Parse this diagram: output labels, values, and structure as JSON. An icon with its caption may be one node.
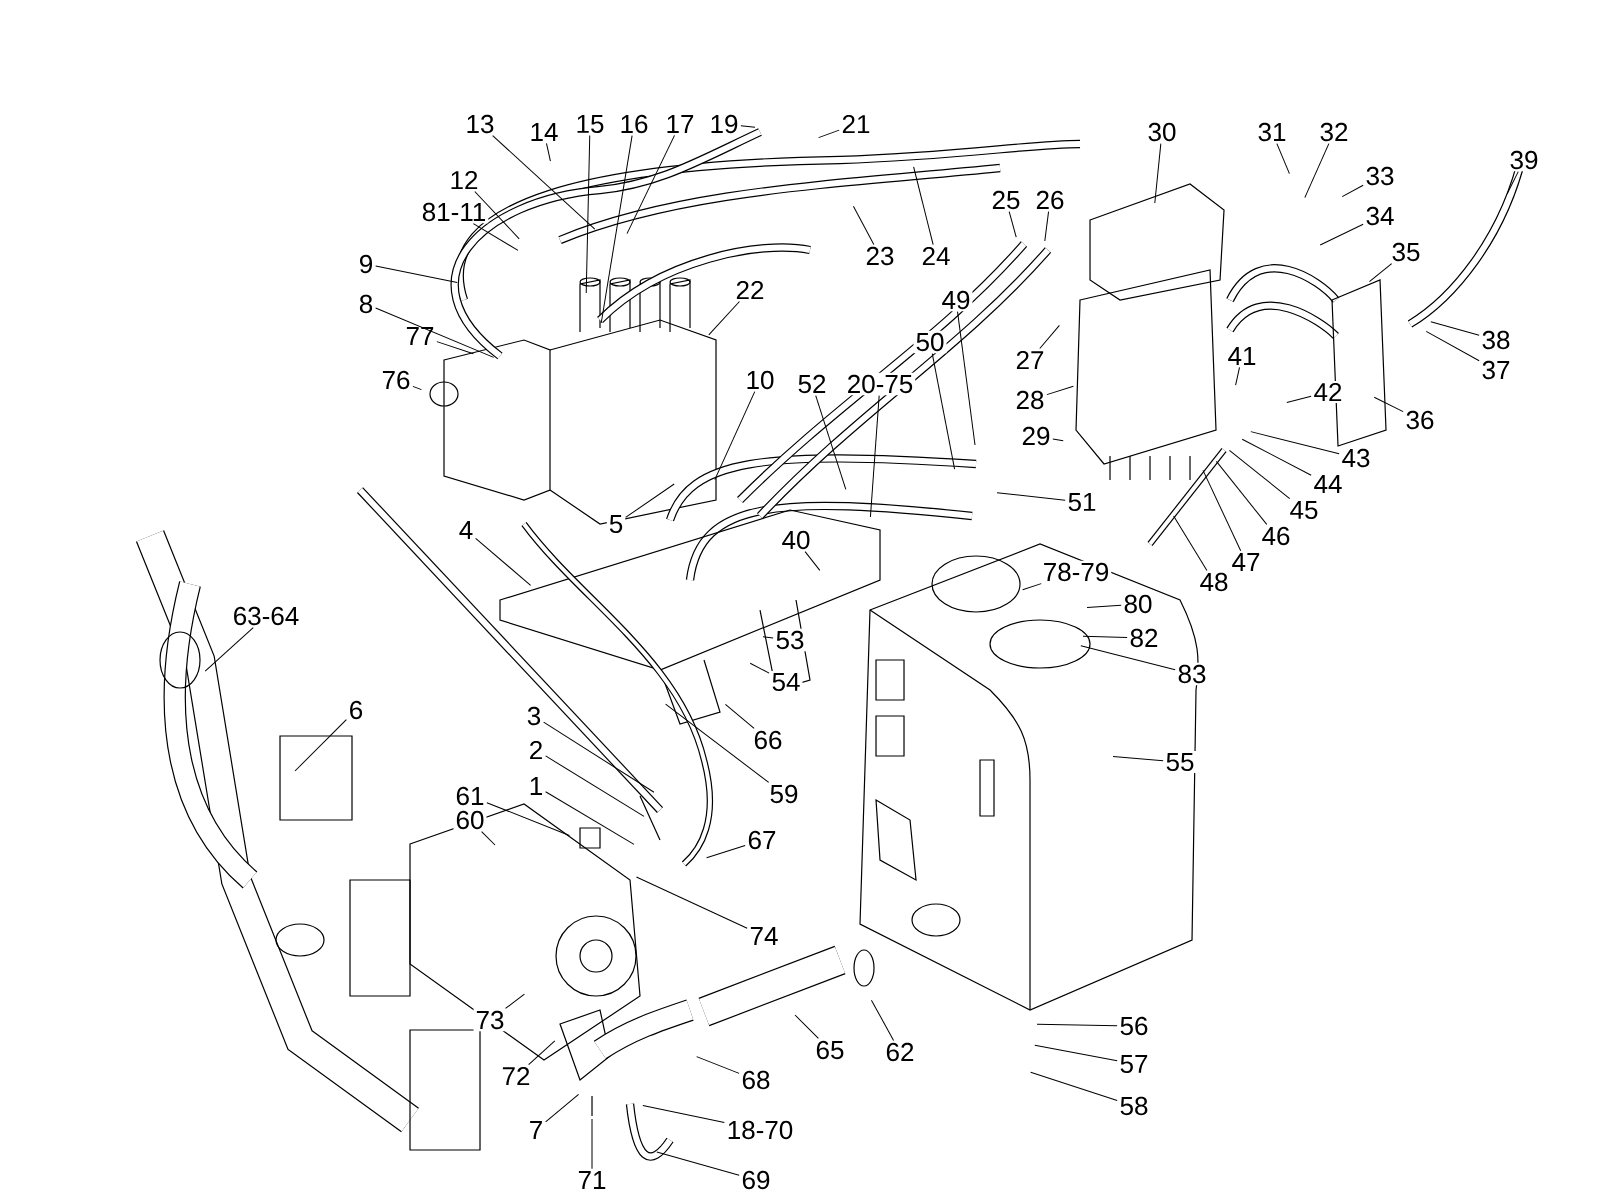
{
  "diagram": {
    "nodes": [
      {
        "text": [
          "13"
        ]
      },
      {
        "text": [
          "14"
        ]
      },
      {
        "text": [
          "15"
        ]
      },
      {
        "text": [
          "16"
        ]
      },
      {
        "text": [
          "17"
        ]
      },
      {
        "text": [
          "19"
        ]
      },
      {
        "text": [
          "21"
        ]
      },
      {
        "text": [
          "30"
        ]
      },
      {
        "text": [
          "31"
        ]
      },
      {
        "text": [
          "32"
        ]
      },
      {
        "text": [
          "39"
        ]
      },
      {
        "text": [
          "12"
        ]
      },
      {
        "text": [
          "81-11"
        ]
      },
      {
        "text": [
          "33"
        ]
      },
      {
        "text": [
          "25"
        ]
      },
      {
        "text": [
          "26"
        ]
      },
      {
        "text": [
          "34"
        ]
      },
      {
        "text": [
          "35"
        ]
      },
      {
        "text": [
          "23"
        ]
      },
      {
        "text": [
          "24"
        ]
      },
      {
        "text": [
          "9"
        ]
      },
      {
        "text": [
          "22"
        ]
      },
      {
        "text": [
          "49"
        ]
      },
      {
        "text": [
          "8"
        ]
      },
      {
        "text": [
          "38"
        ]
      },
      {
        "text": [
          "50"
        ]
      },
      {
        "text": [
          "77"
        ]
      },
      {
        "text": [
          "27"
        ]
      },
      {
        "text": [
          "41"
        ]
      },
      {
        "text": [
          "37"
        ]
      },
      {
        "text": [
          "76"
        ]
      },
      {
        "text": [
          "10"
        ]
      },
      {
        "text": [
          "52"
        ]
      },
      {
        "text": [
          "20-75"
        ]
      },
      {
        "text": [
          "28"
        ]
      },
      {
        "text": [
          "42"
        ]
      },
      {
        "text": [
          "36"
        ]
      },
      {
        "text": [
          "29"
        ]
      },
      {
        "text": [
          "43"
        ]
      },
      {
        "text": [
          "44"
        ]
      },
      {
        "text": [
          "51"
        ]
      },
      {
        "text": [
          "45"
        ]
      },
      {
        "text": [
          "5"
        ]
      },
      {
        "text": [
          "4"
        ]
      },
      {
        "text": [
          "46"
        ]
      },
      {
        "text": [
          "40"
        ]
      },
      {
        "text": [
          "63-64"
        ]
      },
      {
        "text": [
          "47"
        ]
      },
      {
        "text": [
          "48"
        ]
      },
      {
        "text": [
          "78-79"
        ]
      },
      {
        "text": [
          "80"
        ]
      },
      {
        "text": [
          "82"
        ]
      },
      {
        "text": [
          "53"
        ]
      },
      {
        "text": [
          "83"
        ]
      },
      {
        "text": [
          "54"
        ]
      },
      {
        "text": [
          "6"
        ]
      },
      {
        "text": [
          "66"
        ]
      },
      {
        "text": [
          "3"
        ]
      },
      {
        "text": [
          "55"
        ]
      },
      {
        "text": [
          "2"
        ]
      },
      {
        "text": [
          "59"
        ]
      },
      {
        "text": [
          "1"
        ]
      },
      {
        "text": [
          "61"
        ]
      },
      {
        "text": [
          "60"
        ]
      },
      {
        "text": [
          "67"
        ]
      },
      {
        "text": [
          "74"
        ]
      },
      {
        "text": [
          "62"
        ]
      },
      {
        "text": [
          "65"
        ]
      },
      {
        "text": [
          "73"
        ]
      },
      {
        "text": [
          "56"
        ]
      },
      {
        "text": [
          "72"
        ]
      },
      {
        "text": [
          "68"
        ]
      },
      {
        "text": [
          "57"
        ]
      },
      {
        "text": [
          "7"
        ]
      },
      {
        "text": [
          "18-70"
        ]
      },
      {
        "text": [
          "58"
        ]
      },
      {
        "text": [
          "71"
        ]
      },
      {
        "text": [
          "69"
        ]
      }
    ],
    "edges": [
      {
        "from": 0,
        "to": null,
        "arrow": "none"
      },
      {
        "from": 1,
        "to": null,
        "arrow": "none"
      },
      {
        "from": 2,
        "to": null,
        "arrow": "none"
      },
      {
        "from": 3,
        "to": null,
        "arrow": "none"
      },
      {
        "from": 4,
        "to": null,
        "arrow": "none"
      },
      {
        "from": 5,
        "to": null,
        "arrow": "none"
      },
      {
        "from": 6,
        "to": null,
        "arrow": "none"
      },
      {
        "from": 7,
        "to": null,
        "arrow": "none"
      },
      {
        "from": 8,
        "to": null,
        "arrow": "none"
      },
      {
        "from": 9,
        "to": null,
        "arrow": "none"
      },
      {
        "from": 10,
        "to": null,
        "arrow": "none"
      },
      {
        "from": 11,
        "to": null,
        "arrow": "none"
      },
      {
        "from": 12,
        "to": null,
        "arrow": "none"
      },
      {
        "from": 13,
        "to": null,
        "arrow": "none"
      },
      {
        "from": 14,
        "to": null,
        "arrow": "none"
      },
      {
        "from": 15,
        "to": null,
        "arrow": "none"
      },
      {
        "from": 16,
        "to": null,
        "arrow": "none"
      },
      {
        "from": 17,
        "to": null,
        "arrow": "none"
      },
      {
        "from": 18,
        "to": null,
        "arrow": "none"
      },
      {
        "from": 19,
        "to": null,
        "arrow": "none"
      },
      {
        "from": 20,
        "to": null,
        "arrow": "none"
      },
      {
        "from": 21,
        "to": null,
        "arrow": "none"
      },
      {
        "from": 22,
        "to": null,
        "arrow": "none"
      },
      {
        "from": 23,
        "to": null,
        "arrow": "none"
      },
      {
        "from": 24,
        "to": null,
        "arrow": "none"
      },
      {
        "from": 25,
        "to": null,
        "arrow": "none"
      },
      {
        "from": 26,
        "to": null,
        "arrow": "none"
      },
      {
        "from": 27,
        "to": null,
        "arrow": "none"
      },
      {
        "from": 28,
        "to": null,
        "arrow": "none"
      },
      {
        "from": 29,
        "to": null,
        "arrow": "none"
      },
      {
        "from": 30,
        "to": null,
        "arrow": "none"
      },
      {
        "from": 31,
        "to": null,
        "arrow": "none"
      },
      {
        "from": 32,
        "to": null,
        "arrow": "none"
      },
      {
        "from": 33,
        "to": null,
        "arrow": "none"
      },
      {
        "from": 34,
        "to": null,
        "arrow": "none"
      },
      {
        "from": 35,
        "to": null,
        "arrow": "none"
      },
      {
        "from": 36,
        "to": null,
        "arrow": "none"
      },
      {
        "from": 37,
        "to": null,
        "arrow": "none"
      },
      {
        "from": 38,
        "to": null,
        "arrow": "none"
      },
      {
        "from": 39,
        "to": null,
        "arrow": "none"
      },
      {
        "from": 40,
        "to": null,
        "arrow": "none"
      },
      {
        "from": 41,
        "to": null,
        "arrow": "none"
      },
      {
        "from": 42,
        "to": null,
        "arrow": "none"
      },
      {
        "from": 43,
        "to": null,
        "arrow": "none"
      },
      {
        "from": 44,
        "to": null,
        "arrow": "none"
      },
      {
        "from": 45,
        "to": null,
        "arrow": "none"
      },
      {
        "from": 46,
        "to": null,
        "arrow": "none"
      },
      {
        "from": 47,
        "to": null,
        "arrow": "none"
      },
      {
        "from": 48,
        "to": null,
        "arrow": "none"
      },
      {
        "from": 49,
        "to": null,
        "arrow": "none"
      },
      {
        "from": 50,
        "to": null,
        "arrow": "none"
      },
      {
        "from": 51,
        "to": null,
        "arrow": "none"
      },
      {
        "from": 52,
        "to": null,
        "arrow": "none"
      },
      {
        "from": 53,
        "to": null,
        "arrow": "none"
      },
      {
        "from": 54,
        "to": null,
        "arrow": "none"
      },
      {
        "from": 55,
        "to": null,
        "arrow": "none"
      },
      {
        "from": 56,
        "to": null,
        "arrow": "none"
      },
      {
        "from": 57,
        "to": null,
        "arrow": "none"
      },
      {
        "from": 58,
        "to": null,
        "arrow": "none"
      },
      {
        "from": 59,
        "to": null,
        "arrow": "none"
      },
      {
        "from": 60,
        "to": null,
        "arrow": "none"
      },
      {
        "from": 61,
        "to": null,
        "arrow": "none"
      },
      {
        "from": 62,
        "to": null,
        "arrow": "none"
      },
      {
        "from": 63,
        "to": null,
        "arrow": "none"
      },
      {
        "from": 64,
        "to": null,
        "arrow": "none"
      },
      {
        "from": 65,
        "to": null,
        "arrow": "none"
      },
      {
        "from": 66,
        "to": null,
        "arrow": "none"
      },
      {
        "from": 67,
        "to": null,
        "arrow": "none"
      },
      {
        "from": 68,
        "to": null,
        "arrow": "none"
      },
      {
        "from": 69,
        "to": null,
        "arrow": "none"
      },
      {
        "from": 70,
        "to": null,
        "arrow": "none"
      },
      {
        "from": 71,
        "to": null,
        "arrow": "none"
      },
      {
        "from": 72,
        "to": null,
        "arrow": "none"
      },
      {
        "from": 73,
        "to": null,
        "arrow": "none"
      },
      {
        "from": 74,
        "to": null,
        "arrow": "none"
      },
      {
        "from": 75,
        "to": null,
        "arrow": "none"
      },
      {
        "from": 76,
        "to": null,
        "arrow": "none"
      },
      {
        "from": 77,
        "to": null,
        "arrow": "none"
      }
    ]
  }
}
